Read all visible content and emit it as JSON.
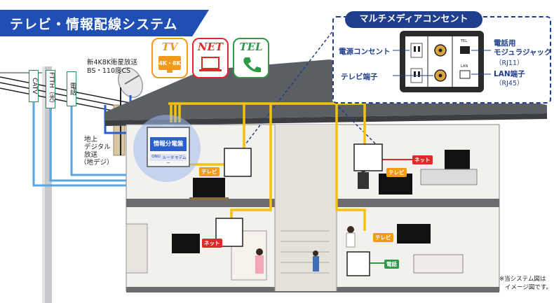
{
  "title": "テレビ・情報配線システム",
  "colors": {
    "title_bg": "#1f4fb4",
    "tv_line": "#f4c20d",
    "net_line": "#e02a2a",
    "tel_line": "#2e9a48",
    "cable_blue": "#2a5fd0",
    "pole_cable": "#5aa6e0",
    "house_roof": "#5b5e63",
    "panel_border": "#1f3e8c"
  },
  "badges": [
    {
      "label": "TV",
      "sub": "4K・8K",
      "color": "#f29a1a",
      "icon": "tv-icon"
    },
    {
      "label": "NET",
      "color": "#e02a2a",
      "icon": "laptop-icon"
    },
    {
      "label": "TEL",
      "color": "#2e9a48",
      "icon": "phone-icon"
    }
  ],
  "satellite_label": [
    "新4K8K衛星放送",
    "BS・110度CS"
  ],
  "terrestrial_label": [
    "地上",
    "デジタル",
    "放送",
    "（地デジ）"
  ],
  "pole_labels": [
    "CATV",
    "FTTH（光）",
    "電話"
  ],
  "panel": {
    "title": "情報分電盤",
    "buttons": [
      "ONU",
      "ルーター",
      "モデム"
    ]
  },
  "multimedia_outlet": {
    "title": "マルチメディアコンセント",
    "power": "電源コンセント",
    "tv": "テレビ端子",
    "tel": "電話用\nモジュラジャック",
    "tel_line1": "電話用",
    "tel_line2": "モジュラジャック",
    "tel_code": "（RJ11）",
    "lan": "LAN端子",
    "lan_code": "（RJ45）",
    "tel_small": "TEL",
    "lan_small": "LAN"
  },
  "room_tags": {
    "tv": "テレビ",
    "net": "ネット",
    "tel": "電話"
  },
  "note": [
    "※当システム図は",
    "イメージ図です。"
  ]
}
